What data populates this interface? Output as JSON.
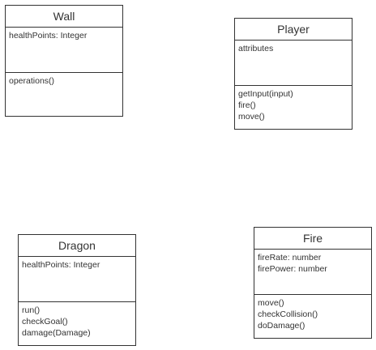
{
  "classes": {
    "wall": {
      "name": "Wall",
      "attributes": [
        "healthPoints: Integer"
      ],
      "operations": [
        "operations()"
      ]
    },
    "player": {
      "name": "Player",
      "attributes": [
        "attributes"
      ],
      "operations": [
        "getInput(input)",
        "fire()",
        "move()"
      ]
    },
    "dragon": {
      "name": "Dragon",
      "attributes": [
        "healthPoints: Integer"
      ],
      "operations": [
        "run()",
        "checkGoal()",
        "damage(Damage)"
      ]
    },
    "fire": {
      "name": "Fire",
      "attributes": [
        "fireRate: number",
        "firePower: number"
      ],
      "operations": [
        "move()",
        "checkCollision()",
        "doDamage()"
      ]
    }
  }
}
